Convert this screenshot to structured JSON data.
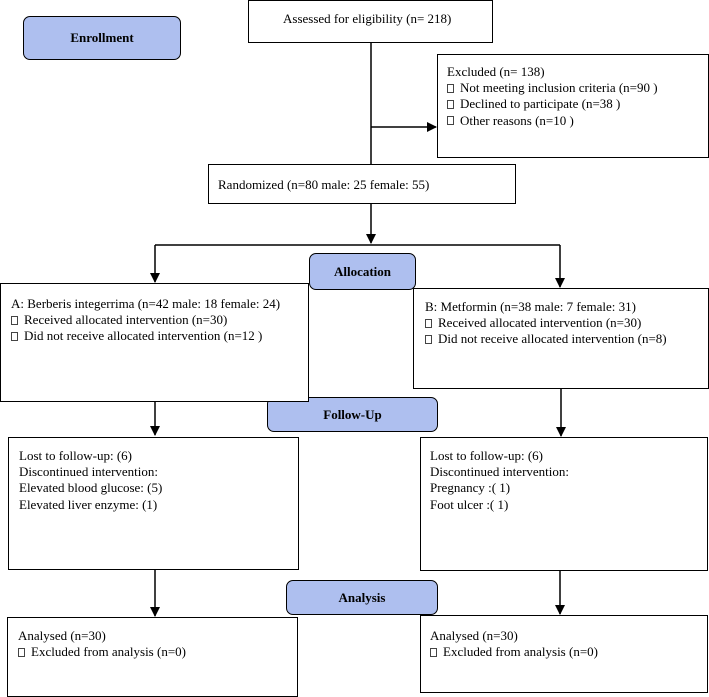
{
  "stages": {
    "enrollment": "Enrollment",
    "allocation": "Allocation",
    "follow_up": "Follow-Up",
    "analysis": "Analysis"
  },
  "assessed": "Assessed for eligibility (n= 218)",
  "excluded": {
    "title": "Excluded (n= 138)",
    "items": [
      "Not meeting inclusion criteria (n=90  )",
      "Declined to participate (n=38  )",
      "Other reasons (n=10  )"
    ]
  },
  "randomized": "Randomized (n=80 male: 25 female: 55)",
  "allocation": {
    "left": {
      "title": "A: Berberis integerrima (n=42 male: 18 female: 24)",
      "items": [
        "Received allocated intervention (n=30)",
        "Did not receive allocated intervention (n=12 )"
      ]
    },
    "right": {
      "title": "B: Metformin (n=38 male: 7 female: 31)",
      "items": [
        "Received allocated intervention (n=30)",
        "Did not receive allocated intervention  (n=8)"
      ]
    }
  },
  "follow_up": {
    "left": [
      "Lost to follow-up: (6)",
      "Discontinued intervention:",
      "Elevated blood glucose: (5)",
      "Elevated liver enzyme: (1)"
    ],
    "right": [
      "Lost to follow-up: (6)",
      "Discontinued intervention:",
      "Pregnancy :( 1)",
      "Foot ulcer :( 1)"
    ]
  },
  "analysis": {
    "left": {
      "analysed": "Analysed (n=30)",
      "excluded": "Excluded from analysis  (n=0)"
    },
    "right": {
      "analysed": "Analysed (n=30)",
      "excluded": "Excluded from analysis (n=0)"
    }
  }
}
